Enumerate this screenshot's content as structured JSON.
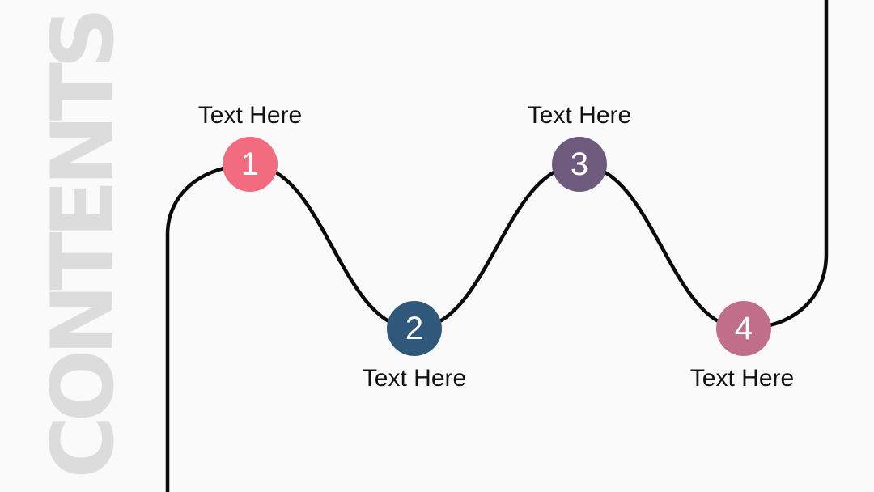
{
  "slide": {
    "background_color": "#fafafa",
    "watermark": {
      "text": "CONTENTS",
      "color": "#dcdcdc"
    },
    "timeline": {
      "line_color": "#0a0a0a"
    },
    "steps": [
      {
        "number": "1",
        "label": "Text Here",
        "color": "#f26c80",
        "label_position": "above"
      },
      {
        "number": "2",
        "label": "Text Here",
        "color": "#2f587a",
        "label_position": "below"
      },
      {
        "number": "3",
        "label": "Text Here",
        "color": "#6e5a7c",
        "label_position": "above"
      },
      {
        "number": "4",
        "label": "Text Here",
        "color": "#c16e8b",
        "label_position": "below"
      }
    ]
  }
}
